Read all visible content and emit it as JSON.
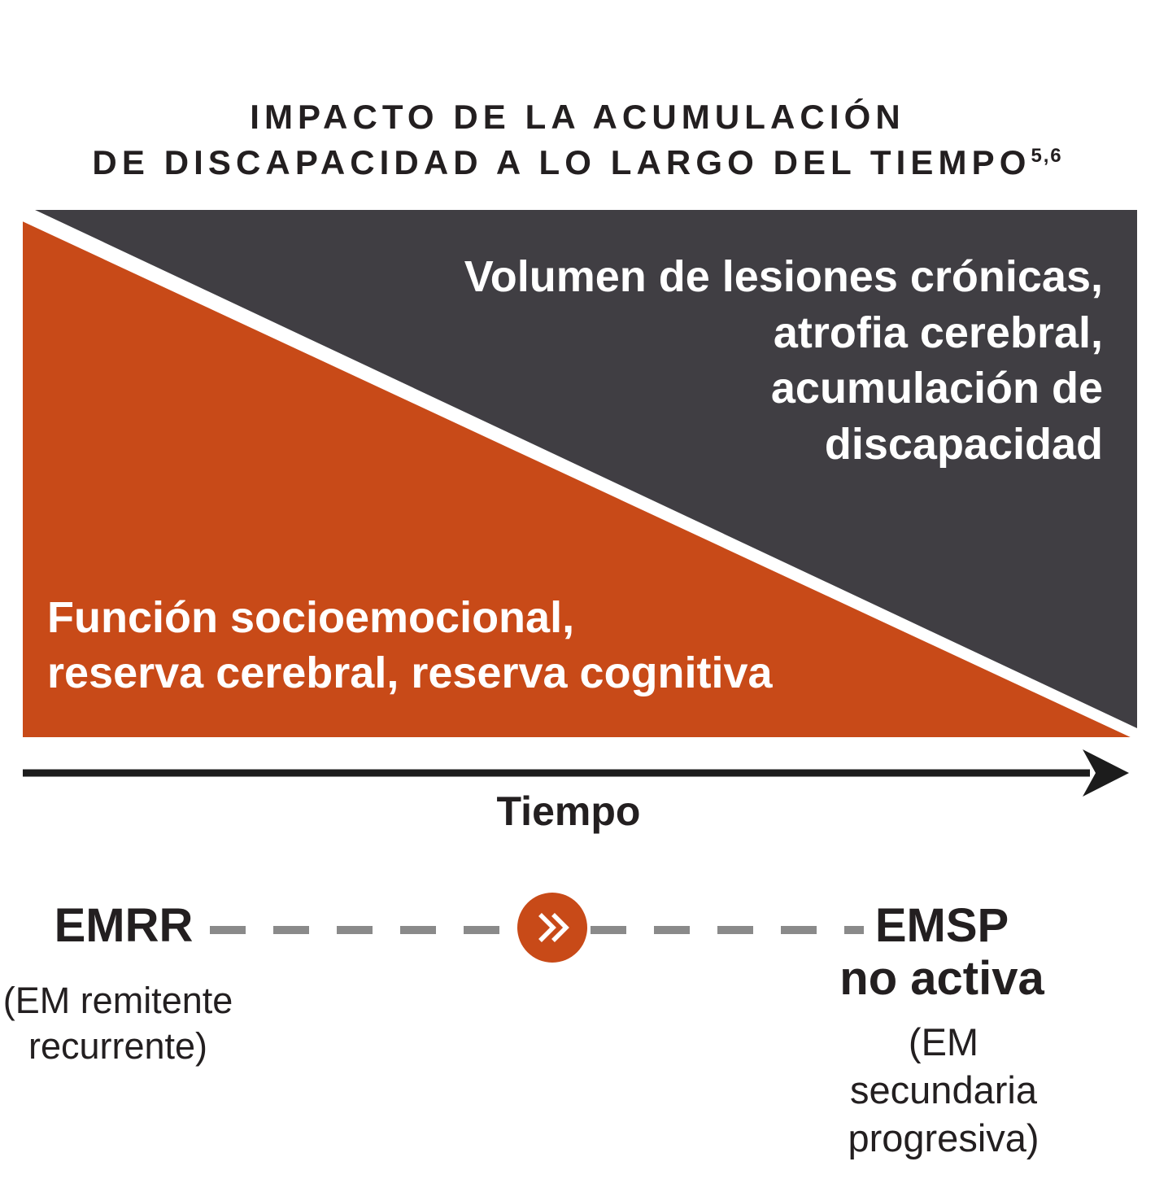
{
  "title": {
    "line1": "IMPACTO DE LA ACUMULACIÓN",
    "line2": "DE DISCAPACIDAD A LO LARGO DEL TIEMPO",
    "superscript": "5,6"
  },
  "diagram": {
    "upper_triangle": {
      "color": "#403e43",
      "lines": [
        "Volumen de lesiones crónicas,",
        "atrofia cerebral,",
        "acumulación de",
        "discapacidad"
      ]
    },
    "lower_triangle": {
      "color": "#c84a18",
      "lines": [
        "Función socioemocional,",
        "reserva cerebral, reserva cognitiva"
      ]
    },
    "time_axis_label": "Tiempo"
  },
  "timeline": {
    "start_abbr": "EMRR",
    "start_full_lines": [
      "(EM remitente",
      "recurrente)"
    ],
    "end_abbr_lines": [
      "EMSP",
      "no activa"
    ],
    "end_full_lines": [
      "(EM secundaria",
      "progresiva)"
    ],
    "transition_icon": "double-chevron-right"
  },
  "colors": {
    "orange": "#c84a18",
    "dark_gray": "#403e43",
    "text_dark": "#231f20",
    "dash_gray": "#8a8a8a",
    "arrow_black": "#1c1c1c",
    "white": "#ffffff"
  }
}
